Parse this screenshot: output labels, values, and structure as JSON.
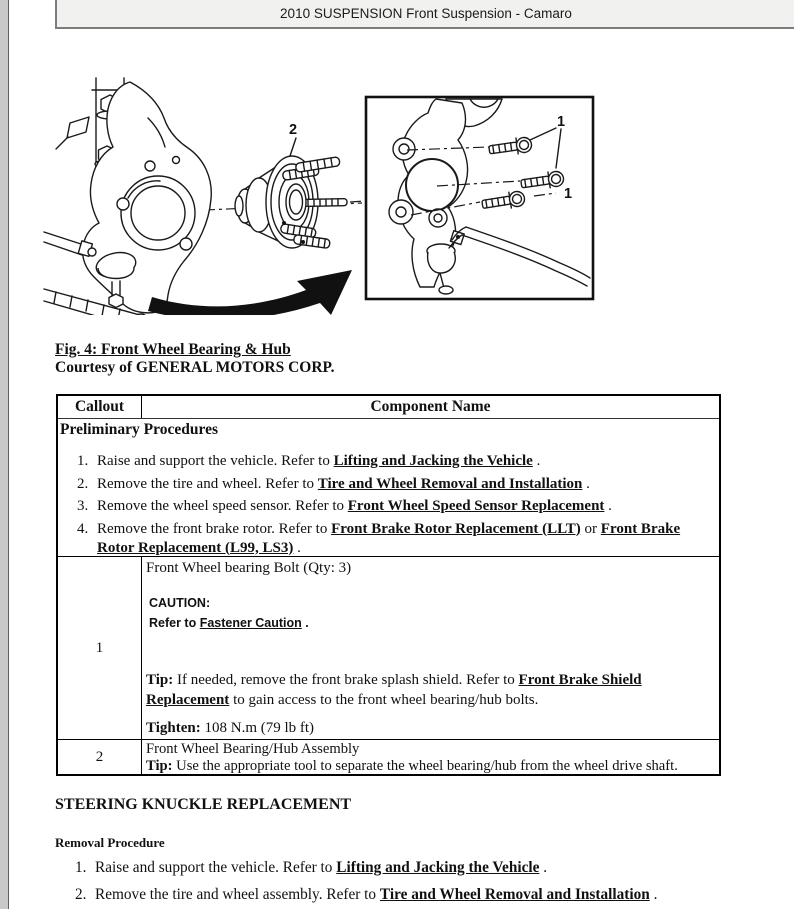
{
  "header": {
    "title": "2010 SUSPENSION Front Suspension - Camaro"
  },
  "colors": {
    "header_bg": "#f1f1ef",
    "header_border": "#7c7c7c",
    "page_bg": "#ffffff",
    "edge_strip": "#c9c9c9",
    "text": "#111111"
  },
  "figure": {
    "callout_hub": "2",
    "callout_bolts_top": "1",
    "callout_bolts_side": "1",
    "caption_title": "Fig. 4: Front Wheel Bearing & Hub",
    "caption_credit": "Courtesy of GENERAL MOTORS CORP."
  },
  "table": {
    "col_callout": "Callout",
    "col_component": "Component Name",
    "preliminary_title": "Preliminary Procedures",
    "preliminary_steps": [
      {
        "num": "1.",
        "segs": [
          {
            "t": "Raise and support the vehicle. Refer to "
          },
          {
            "t": "Lifting and Jacking the Vehicle",
            "link": true
          },
          {
            "t": " ."
          }
        ]
      },
      {
        "num": "2.",
        "segs": [
          {
            "t": "Remove the tire and wheel. Refer to "
          },
          {
            "t": "Tire and Wheel Removal and Installation",
            "link": true
          },
          {
            "t": " ."
          }
        ]
      },
      {
        "num": "3.",
        "segs": [
          {
            "t": "Remove the wheel speed sensor. Refer to "
          },
          {
            "t": "Front Wheel Speed Sensor Replacement",
            "link": true
          },
          {
            "t": " ."
          }
        ]
      },
      {
        "num": "4.",
        "segs": [
          {
            "t": "Remove the front brake rotor. Refer to "
          },
          {
            "t": "Front Brake Rotor Replacement (LLT)",
            "link": true
          },
          {
            "t": " or "
          },
          {
            "t": "Front Brake Rotor Replacement (L99, LS3)",
            "link": true
          },
          {
            "t": " ."
          }
        ]
      }
    ],
    "rows": [
      {
        "callout": "1",
        "name": "Front Wheel bearing Bolt (Qty: 3)",
        "caution_label": "CAUTION:",
        "caution_segs": [
          {
            "t": "Refer to "
          },
          {
            "t": "Fastener Caution",
            "u": true
          },
          {
            "t": " ."
          }
        ],
        "tip_segs": [
          {
            "t": "Tip:",
            "b": true
          },
          {
            "t": " If needed, remove the front brake splash shield. Refer to "
          },
          {
            "t": "Front Brake Shield Replacement",
            "link": true
          },
          {
            "t": " to gain access to the front wheel bearing/hub bolts."
          }
        ],
        "tighten_segs": [
          {
            "t": "Tighten:",
            "b": true
          },
          {
            "t": " 108 N.m (79 lb ft)"
          }
        ]
      },
      {
        "callout": "2",
        "name": "Front Wheel Bearing/Hub Assembly",
        "tip_segs": [
          {
            "t": "Tip:",
            "b": true
          },
          {
            "t": " Use the appropriate tool to separate the wheel bearing/hub from the wheel drive shaft."
          }
        ]
      }
    ]
  },
  "section": {
    "heading": "STEERING KNUCKLE REPLACEMENT",
    "subheading": "Removal Procedure",
    "steps": [
      {
        "num": "1.",
        "segs": [
          {
            "t": "Raise and support the vehicle. Refer to "
          },
          {
            "t": "Lifting and Jacking the Vehicle",
            "link": true
          },
          {
            "t": " ."
          }
        ]
      },
      {
        "num": "2.",
        "segs": [
          {
            "t": "Remove the tire and wheel assembly. Refer to "
          },
          {
            "t": "Tire and Wheel Removal and Installation",
            "link": true
          },
          {
            "t": " ."
          }
        ]
      }
    ]
  }
}
